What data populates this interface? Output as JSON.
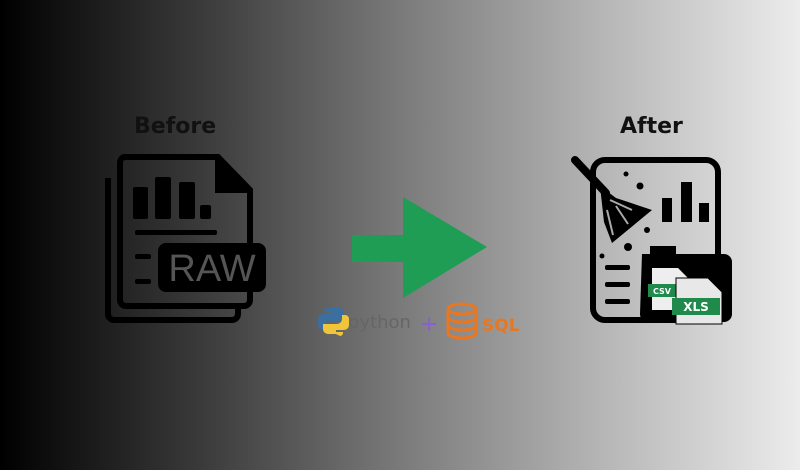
{
  "before": {
    "title": "Before",
    "badge": "RAW"
  },
  "after": {
    "title": "After",
    "file1": "CSV",
    "file2": "XLS"
  },
  "tools": {
    "lang": "python",
    "plus": "+",
    "db": "SQL"
  },
  "colors": {
    "arrow": "#1f9d55",
    "python_blue": "#3b6fa0",
    "python_yellow": "#f0c53a",
    "plus": "#8a5cd6",
    "sql": "#e87722",
    "label_green": "#1f8a4c"
  }
}
